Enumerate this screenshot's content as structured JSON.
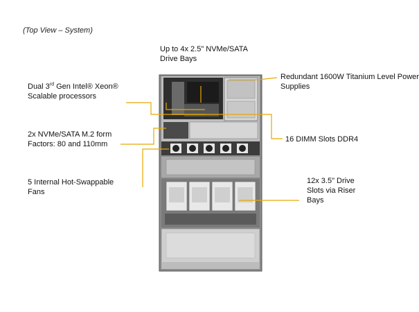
{
  "caption": "(Top View – System)",
  "callouts": {
    "drive_bays": {
      "line1": "Up to 4x 2.5\" NVMe/SATA",
      "line2": "Drive Bays"
    },
    "cpu": {
      "line1_pre": "Dual 3",
      "line1_sup": "rd",
      "line1_post": " Gen Intel® Xeon®",
      "line2": "Scalable processors"
    },
    "m2": {
      "line1": "2x NVMe/SATA M.2 form",
      "line2": "Factors: 80 and 110mm"
    },
    "fans": {
      "line1": "5 Internal  Hot-Swappable",
      "line2": "Fans"
    },
    "psu": {
      "line1": "Redundant  1600W Titanium Level Power",
      "line2": "Supplies"
    },
    "dimm": {
      "line1": "16 DIMM Slots DDR4"
    },
    "riser": {
      "line1": "12x 3.5\" Drive",
      "line2": "Slots via Riser",
      "line3": "Bays"
    }
  },
  "colors": {
    "callout_line": "#e8a800",
    "chassis": "#9a9a9a",
    "chassis_dark": "#3a3a3a"
  }
}
